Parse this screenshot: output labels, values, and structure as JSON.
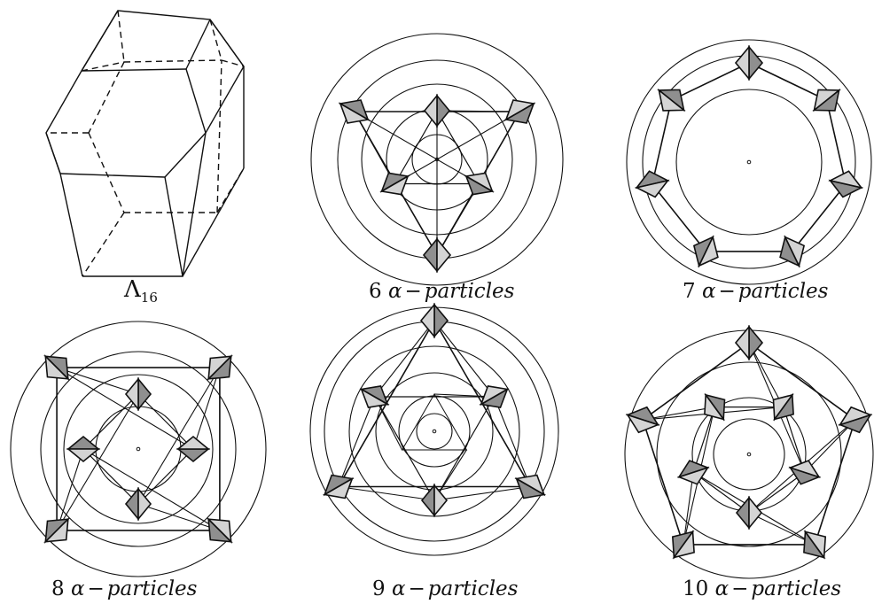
{
  "labels": {
    "lambda": {
      "base": "Λ",
      "sub": "16"
    },
    "p6": {
      "num": "6",
      "sym": "α",
      "op": "−",
      "word": "particles"
    },
    "p7": {
      "num": "7",
      "sym": "α",
      "op": "−",
      "word": "particles"
    },
    "p8": {
      "num": "8",
      "sym": "α",
      "op": "−",
      "word": "particles"
    },
    "p9": {
      "num": "9",
      "sym": "α",
      "op": "−",
      "word": "particles"
    },
    "p10": {
      "num": "10",
      "sym": "α",
      "op": "−",
      "word": "particles"
    }
  },
  "colors": {
    "stroke": "#111111",
    "fill_dark": "#8a8a8a",
    "fill_light": "#dcdcdc",
    "background": "#ffffff"
  }
}
